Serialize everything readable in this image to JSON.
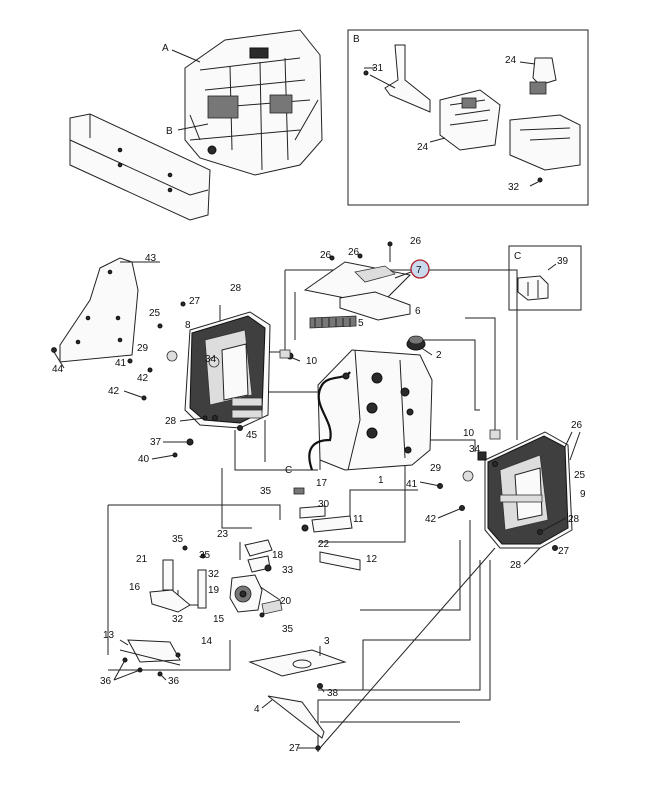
{
  "view_labels": {
    "a": "A",
    "b_on_cab": "B",
    "b_box": "B",
    "c_box": "C",
    "c_harness": "C"
  },
  "callouts": {
    "n1": "1",
    "n2": "2",
    "n3": "3",
    "n4": "4",
    "n5": "5",
    "n6": "6",
    "n7": "7",
    "n8": "8",
    "n9": "9",
    "n10a": "10",
    "n10b": "10",
    "n11": "11",
    "n12": "12",
    "n13": "13",
    "n14": "14",
    "n15": "15",
    "n16": "16",
    "n17": "17",
    "n18": "18",
    "n19": "19",
    "n20": "20",
    "n21": "21",
    "n22": "22",
    "n23": "23",
    "n24a": "24",
    "n24b": "24",
    "n25a": "25",
    "n25b": "25",
    "n26a": "26",
    "n26b": "26",
    "n26c": "26",
    "n26d": "26",
    "n27a": "27",
    "n27b": "27",
    "n27c": "27",
    "n28a": "28",
    "n28b": "28",
    "n28c": "28",
    "n28d": "28",
    "n29a": "29",
    "n29b": "29",
    "n30": "30",
    "n31": "31",
    "n32a": "32",
    "n32b": "32",
    "n33": "33",
    "n34a": "34",
    "n34b": "34",
    "n35a": "35",
    "n35b": "35",
    "n35c": "35",
    "n35d": "35",
    "n36a": "36",
    "n36b": "36",
    "n37": "37",
    "n38": "38",
    "n39": "39",
    "n40": "40",
    "n41a": "41",
    "n41b": "41",
    "n42a": "42",
    "n42b": "42",
    "n42c": "42",
    "n43": "43",
    "n44": "44",
    "n45": "45"
  },
  "highlighted_callout": "7",
  "colors": {
    "highlight_ring": "#b0202a",
    "highlight_fill": "#c9d9ee",
    "line": "#222222"
  }
}
